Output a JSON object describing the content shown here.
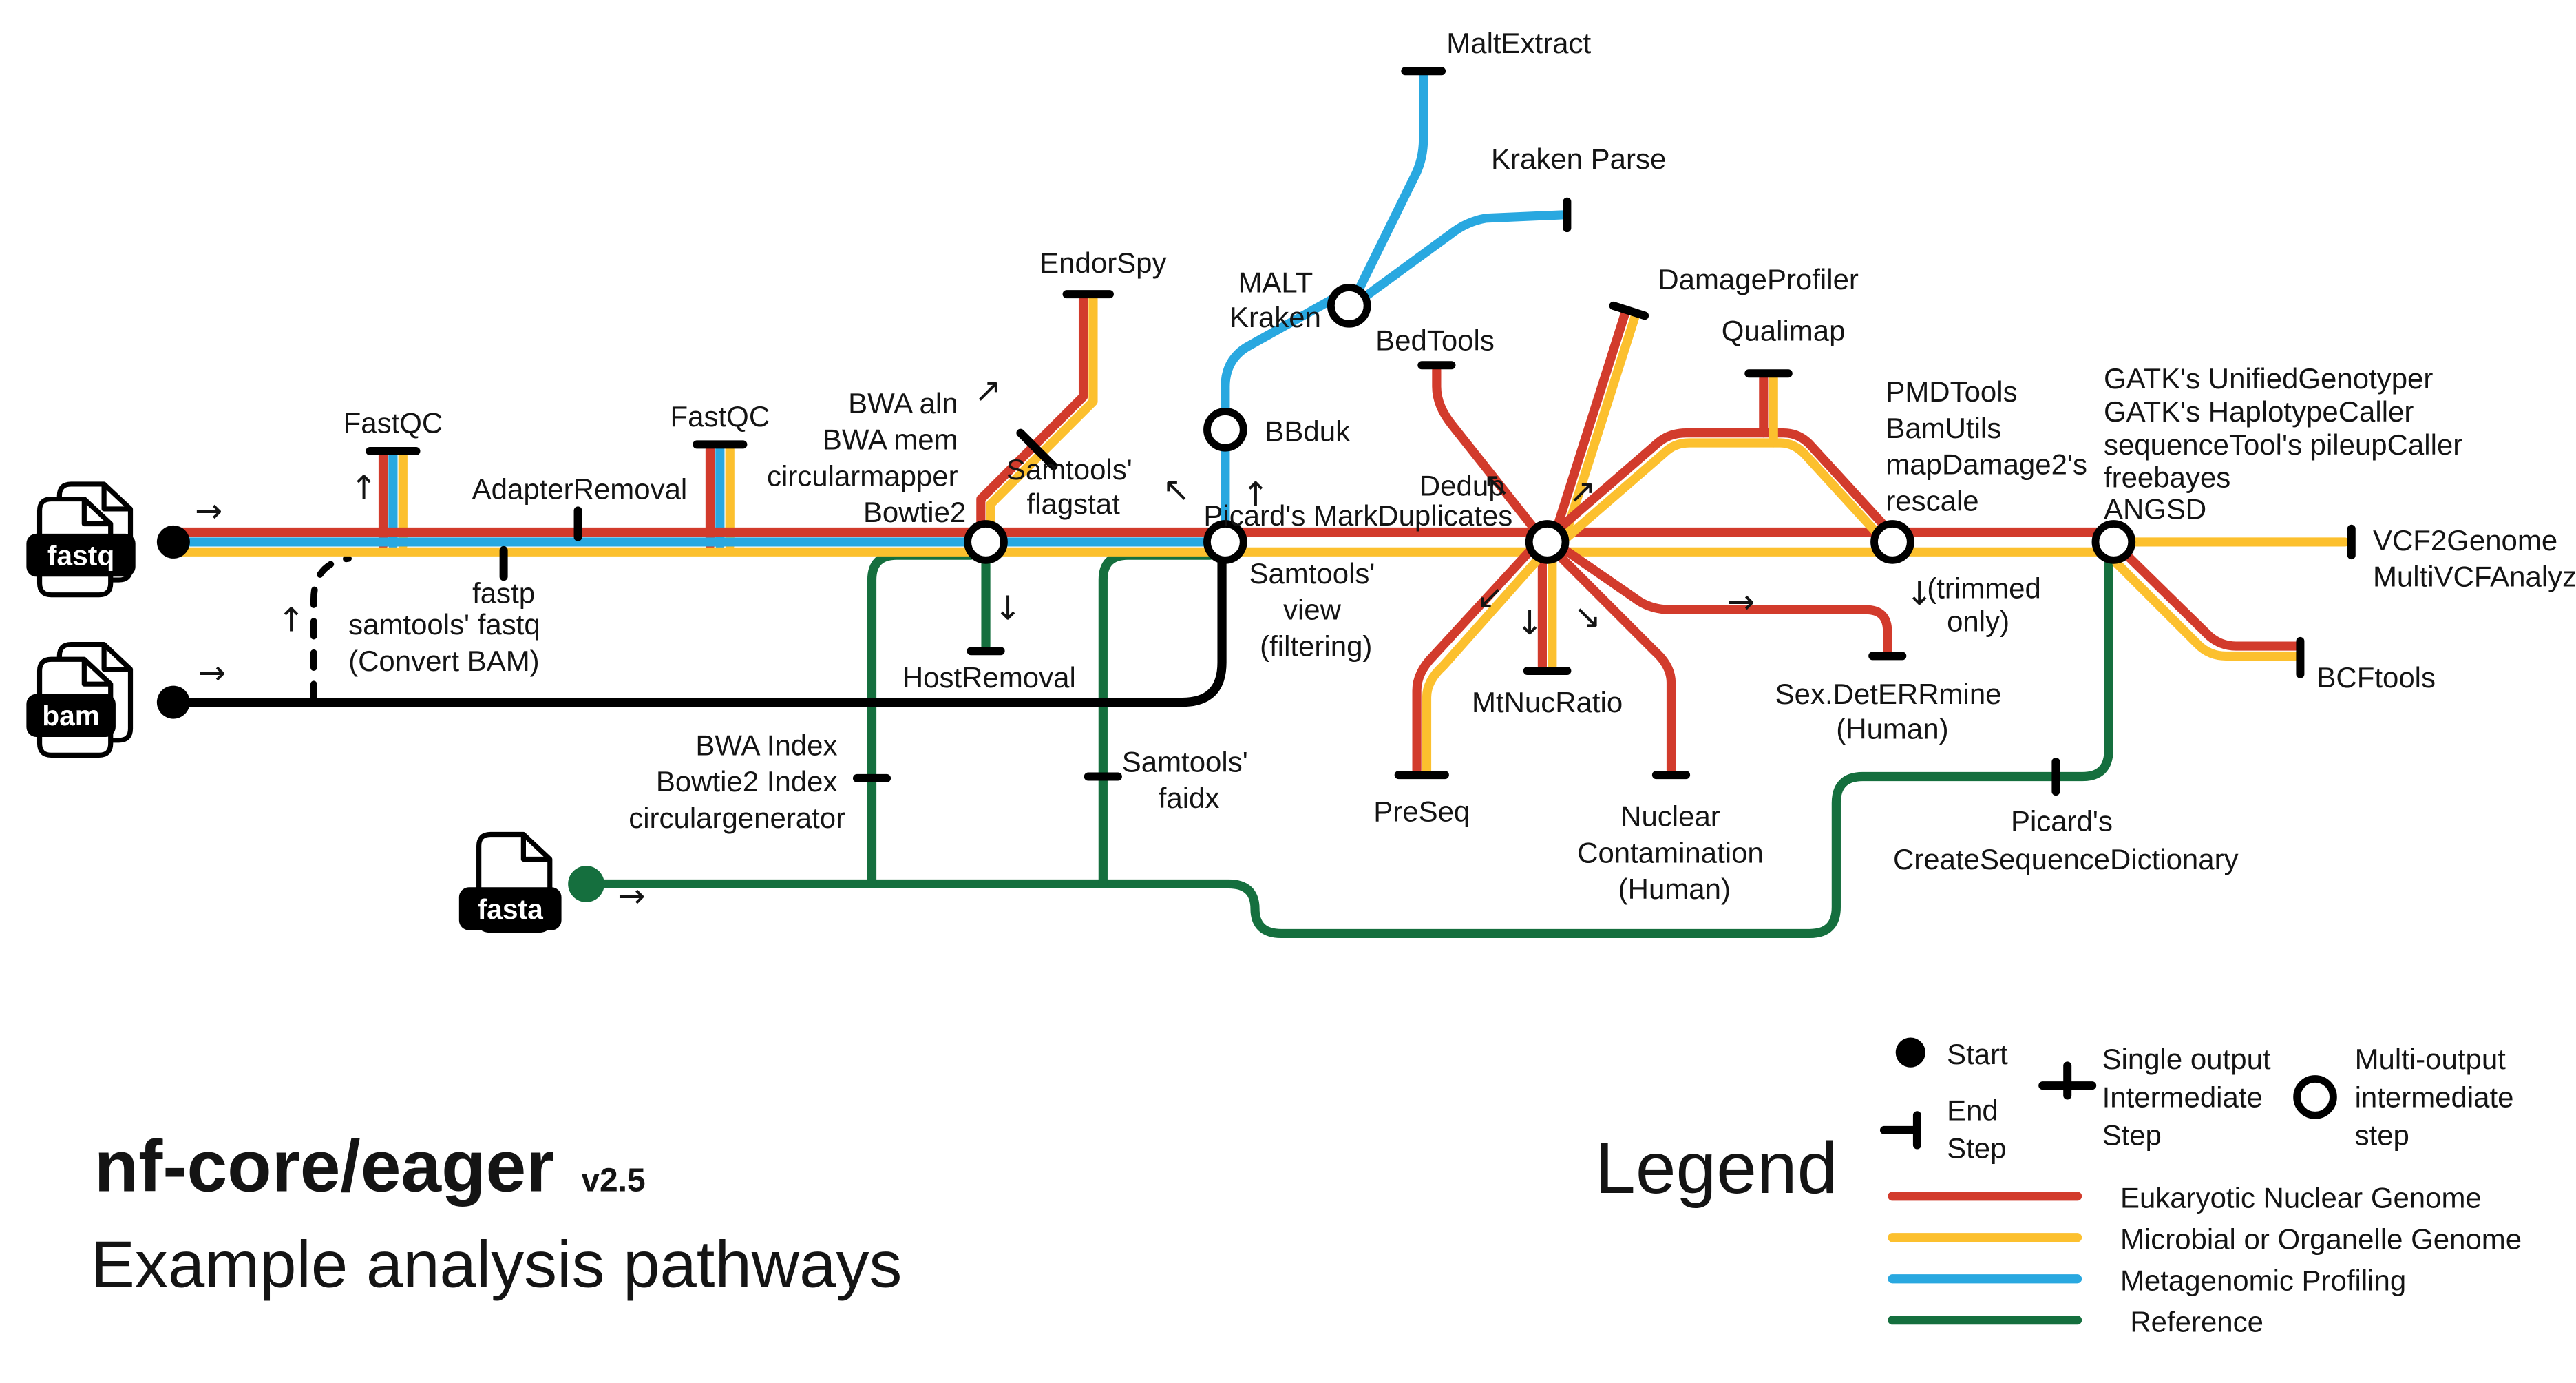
{
  "title": {
    "name": "nf-core/eager",
    "version": "v2.5",
    "subtitle": "Example analysis pathways"
  },
  "colors": {
    "red": "#d23b2c",
    "yellow": "#fcc02e",
    "blue": "#29a8e0",
    "green": "#156f3e",
    "black": "#000000"
  },
  "files": {
    "fastq": {
      "label": "fastq"
    },
    "bam": {
      "label": "bam"
    },
    "fasta": {
      "label": "fasta"
    }
  },
  "labels": {
    "fastqc1": "FastQC",
    "fastqc2": "FastQC",
    "adapter_removal": "AdapterRemoval",
    "fastp": "fastp",
    "convert_bam": [
      "samtools' fastq",
      "(Convert BAM)"
    ],
    "mapping": [
      "BWA aln",
      "BWA mem",
      "circularmapper",
      "Bowtie2"
    ],
    "endorspy": "EndorSpy",
    "flagstat": [
      "Samtools'",
      "flagstat"
    ],
    "host_removal": "HostRemoval",
    "bwa_index": [
      "BWA Index",
      "Bowtie2 Index",
      "circulargenerator"
    ],
    "faidx": [
      "Samtools'",
      "faidx"
    ],
    "samtools_view": [
      "Samtools'",
      "view",
      "(filtering)"
    ],
    "bbduk": "BBduk",
    "malt": [
      "MALT",
      "Kraken"
    ],
    "malt_extract": "MaltExtract",
    "kraken_parse": "Kraken Parse",
    "dedup": [
      "Dedup",
      "Picard's MarkDuplicates"
    ],
    "bedtools": "BedTools",
    "damageprofiler": "DamageProfiler",
    "qualimap": "Qualimap",
    "mtnucratio": "MtNucRatio",
    "preseq": "PreSeq",
    "nuclear_contamination": [
      "Nuclear",
      "Contamination",
      "(Human)"
    ],
    "sexdeterrmine": [
      "Sex.DetERRmine",
      "(Human)"
    ],
    "pmd": [
      "PMDTools",
      "BamUtils",
      "mapDamage2's",
      "rescale"
    ],
    "trimmed_only": [
      "(trimmed",
      "only)"
    ],
    "genotyping": [
      "GATK's UnifiedGenotyper",
      "GATK's HaplotypeCaller",
      "sequenceTool's pileupCaller",
      "freebayes",
      "ANGSD"
    ],
    "vcf_outputs": [
      "VCF2Genome",
      "MultiVCFAnalyzer"
    ],
    "bcftools": "BCFtools",
    "create_seq_dict": [
      "Picard's",
      "CreateSequenceDictionary"
    ]
  },
  "legend": {
    "heading": "Legend",
    "start": "Start",
    "end_step": [
      "End",
      "Step"
    ],
    "single_output": [
      "Single output",
      "Intermediate",
      "Step"
    ],
    "multi_output": [
      "Multi-output",
      "intermediate",
      "step"
    ],
    "lines": [
      {
        "label": "Eukaryotic Nuclear Genome",
        "color": "#d23b2c"
      },
      {
        "label": "Microbial or Organelle Genome",
        "color": "#fcc02e"
      },
      {
        "label": "Metagenomic Profiling",
        "color": "#29a8e0"
      },
      {
        "label": "Reference",
        "color": "#156f3e"
      }
    ]
  },
  "arrows": [
    {
      "glyph": "→"
    },
    {
      "glyph": "↑"
    },
    {
      "glyph": "↑"
    },
    {
      "glyph": "→"
    },
    {
      "glyph": "↗"
    },
    {
      "glyph": "↓"
    },
    {
      "glyph": "↖"
    },
    {
      "glyph": "↑"
    },
    {
      "glyph": "↖"
    },
    {
      "glyph": "↗"
    },
    {
      "glyph": "↙"
    },
    {
      "glyph": "↓"
    },
    {
      "glyph": "↘"
    },
    {
      "glyph": "→"
    },
    {
      "glyph": "↓"
    },
    {
      "glyph": "→"
    }
  ]
}
